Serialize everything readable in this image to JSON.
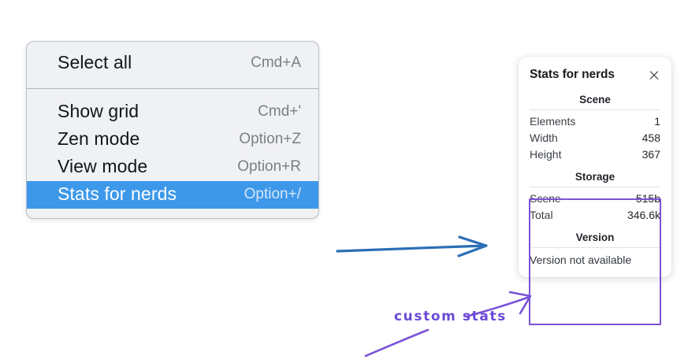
{
  "context_menu": {
    "name": "context-menu",
    "groups": [
      {
        "items": [
          {
            "label": "Select all",
            "shortcut": "Cmd+A",
            "selected": false
          }
        ]
      },
      {
        "items": [
          {
            "label": "Show grid",
            "shortcut": "Cmd+'",
            "selected": false
          },
          {
            "label": "Zen mode",
            "shortcut": "Option+Z",
            "selected": false
          },
          {
            "label": "View mode",
            "shortcut": "Option+R",
            "selected": false
          },
          {
            "label": "Stats for nerds",
            "shortcut": "Option+/",
            "selected": true
          }
        ]
      }
    ],
    "highlight_color": "#3d98ea",
    "background_color": "#f0f1f3"
  },
  "stats_panel": {
    "title": "Stats for nerds",
    "close_icon": "close-icon",
    "sections": [
      {
        "heading": "Scene",
        "rows": [
          {
            "key": "Elements",
            "value": "1"
          },
          {
            "key": "Width",
            "value": "458"
          },
          {
            "key": "Height",
            "value": "367"
          }
        ]
      },
      {
        "heading": "Storage",
        "rows": [
          {
            "key": "Scene",
            "value": "515b"
          },
          {
            "key": "Total",
            "value": "346.6k"
          }
        ]
      },
      {
        "heading": "Version",
        "full_rows": [
          "Version not available"
        ]
      }
    ]
  },
  "annotations": {
    "label": "custom stats",
    "label_color": "#6a4ad8",
    "blue_arrow_color": "#2a6db5",
    "purple_arrow_color": "#7b52d8",
    "highlight_box_color": "#7b52d8"
  }
}
